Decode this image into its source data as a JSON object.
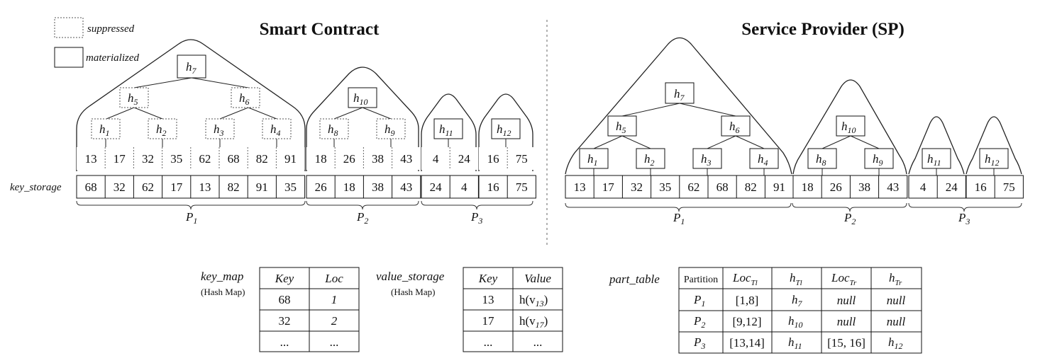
{
  "legend": {
    "suppressed": "suppressed",
    "materialized": "materialized"
  },
  "smart_contract": {
    "title": "Smart Contract",
    "key_storage_label": "key_storage",
    "sorted_keys": [
      "13",
      "17",
      "32",
      "35",
      "62",
      "68",
      "82",
      "91",
      "18",
      "26",
      "38",
      "43",
      "4",
      "24",
      "16",
      "75"
    ],
    "storage_values": [
      "68",
      "32",
      "62",
      "17",
      "13",
      "82",
      "91",
      "35",
      "26",
      "18",
      "38",
      "43",
      "24",
      "4",
      "16",
      "75"
    ],
    "hashes": {
      "h7": "7",
      "h5": "5",
      "h6": "6",
      "h1": "1",
      "h2": "2",
      "h3": "3",
      "h4": "4",
      "h10": "10",
      "h8": "8",
      "h9": "9",
      "h11": "11",
      "h12": "12"
    }
  },
  "service_provider": {
    "title": "Service Provider (SP)",
    "sorted_keys": [
      "13",
      "17",
      "32",
      "35",
      "62",
      "68",
      "82",
      "91",
      "18",
      "26",
      "38",
      "43",
      "4",
      "24",
      "16",
      "75"
    ]
  },
  "partitions": [
    "1",
    "2",
    "3"
  ],
  "key_map": {
    "label": "key_map",
    "sublabel": "(Hash Map)",
    "headers": [
      "Key",
      "Loc"
    ],
    "rows": [
      [
        "68",
        "1"
      ],
      [
        "32",
        "2"
      ],
      [
        "...",
        "..."
      ]
    ]
  },
  "value_storage": {
    "label": "value_storage",
    "sublabel": "(Hash Map)",
    "headers": [
      "Key",
      "Value"
    ],
    "rows": [
      [
        "13",
        "h(v",
        "13",
        ")"
      ],
      [
        "17",
        "h(v",
        "17",
        ")"
      ],
      [
        "...",
        "...",
        "",
        ""
      ]
    ]
  },
  "part_table": {
    "label": "part_table",
    "headers": [
      "Partition",
      "Loc",
      "Tl",
      "h",
      "Tl",
      "Loc",
      "Tr",
      "h",
      "Tr"
    ],
    "rows": [
      {
        "p": "1",
        "loc_l": "[1,8]",
        "h_l": "7",
        "loc_r": "null",
        "h_r": "null"
      },
      {
        "p": "2",
        "loc_l": "[9,12]",
        "h_l": "10",
        "loc_r": "null",
        "h_r": "null"
      },
      {
        "p": "3",
        "loc_l": "[13,14]",
        "h_l": "11",
        "loc_r": "[15, 16]",
        "h_r": "12"
      }
    ]
  }
}
